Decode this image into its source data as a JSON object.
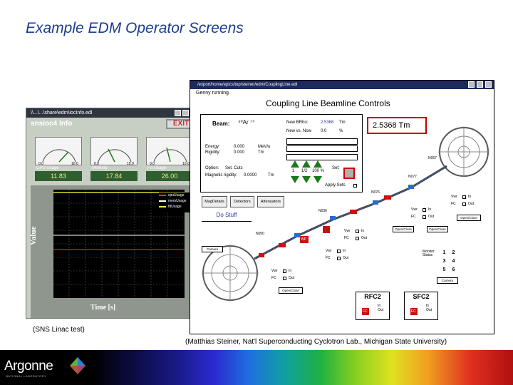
{
  "slide": {
    "title": "Example EDM Operator Screens",
    "caption_left": "(SNS Linac test)",
    "caption_right": "(Matthias Steiner, Nat'l Superconducting Cyclotron Lab., Michigan State University)"
  },
  "left_window": {
    "title": "\\\\...\\...\\share\\edm\\iocInfo.edl",
    "name": "snsioc4 Info",
    "exit_label": "EXIT",
    "gauges": [
      {
        "label": "CPU Usage",
        "value": "11.83",
        "scale_min": "0.0",
        "scale_max": "10.0"
      },
      {
        "label": "Memory",
        "value": "17.84",
        "scale_min": "0.0",
        "scale_max": "10.0"
      },
      {
        "label": "Fd Usage",
        "value": "26.00",
        "scale_min": "0.0",
        "scale_max": "10.0"
      }
    ],
    "plot": {
      "y_title": "Value",
      "x_title": "Time [s]",
      "legend": [
        {
          "name": "cpuUsage",
          "color": "#ff3030"
        },
        {
          "name": "memUsage",
          "color": "#ffffff"
        },
        {
          "name": "fdUsage",
          "color": "#ffff40"
        }
      ]
    }
  },
  "right_window": {
    "title": "/export/home/epics/top/steiner/edm/CouplingLine.edl",
    "status": "Genny running.",
    "main_title": "Coupling Line Beamline Controls",
    "beam": {
      "label": "Beam:",
      "ion": "⁴⁰Ar ⁷⁺",
      "new_brho_label": "New BRho:",
      "new_brho_value": "2.5368",
      "new_brho_unit": "Tm",
      "new_vs_now_label": "New vs. Now",
      "new_vs_now_value": "0.0",
      "new_vs_now_unit": "%",
      "energy_label": "Energy:",
      "energy_value": "0.000",
      "energy_unit": "MeV/u",
      "rigidity_label": "Rigidity:",
      "rigidity_value": "0.000",
      "rigidity_unit": "Tm",
      "options_label": "Option:",
      "options_value": "Set. Cuts",
      "magnetic_rig_label": "Magnetic rigidity:",
      "magnetic_rig_value": "0.0000",
      "magnetic_rig_unit": "Tm",
      "set_label": "Set:",
      "step_values": [
        "1",
        "1/2",
        "100 %"
      ],
      "apply_label": "Apply Sets"
    },
    "brho_display": "2.5368 Tm",
    "tabs": [
      "MagDetails",
      "Detectors",
      "Attenuators"
    ],
    "do_stuff": "Do Stuff",
    "elements": {
      "n036": "N036",
      "n050": "N050",
      "n067": "N067",
      "n077": "N077",
      "n076": "N076",
      "wp": "WP",
      "vwr": "Vwr",
      "fc": "FC",
      "in": "In",
      "out": "Out",
      "open_close": "Open/Close",
      "camera": "Camera",
      "monitor_label": "Monitor Status",
      "monitor_cells": [
        "1",
        "2",
        "3",
        "4",
        "5",
        "6"
      ],
      "fc2_left": "RFC2",
      "fc2_right": "SFC2",
      "fc2_state": "FC"
    }
  },
  "footer": {
    "logo": "Argonne",
    "logo_sub": "NATIONAL LABORATORY"
  }
}
